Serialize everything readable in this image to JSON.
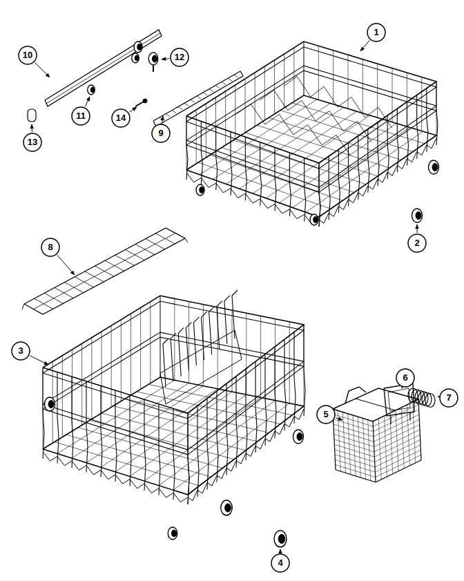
{
  "diagram": {
    "labels": [
      "10",
      "12",
      "1",
      "11",
      "14",
      "13",
      "9",
      "2",
      "8",
      "3",
      "6",
      "7",
      "5",
      "4"
    ]
  }
}
